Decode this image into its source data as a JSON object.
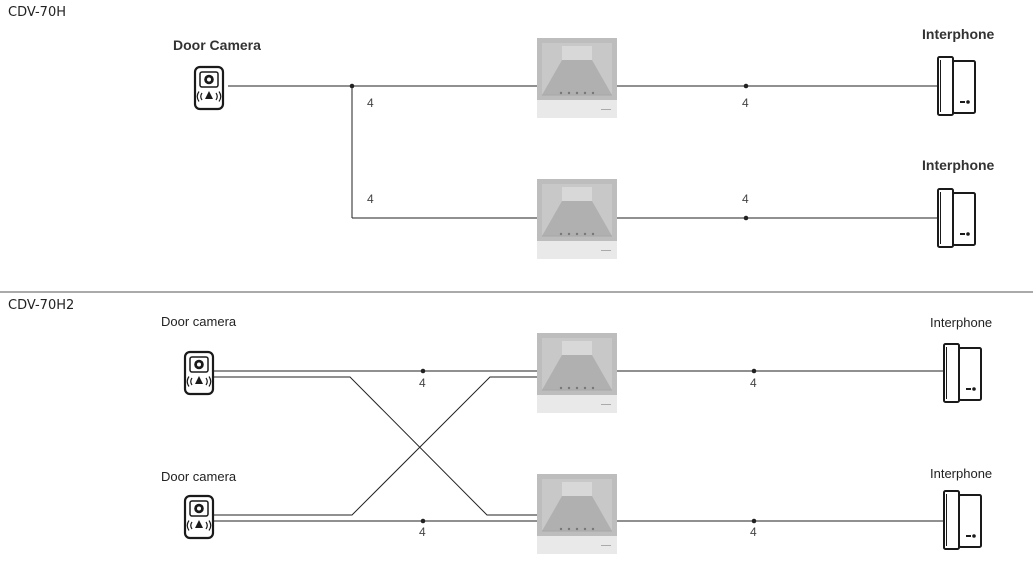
{
  "diagrams": [
    {
      "model": "CDV-70H",
      "door_camera_label": "Door Camera",
      "interphone_labels": [
        "Interphone",
        "Interphone"
      ],
      "wire_counts": [
        "4",
        "4",
        "4",
        "4"
      ]
    },
    {
      "model": "CDV-70H2",
      "door_camera_labels": [
        "Door camera",
        "Door camera"
      ],
      "interphone_labels": [
        "Interphone",
        "Interphone"
      ],
      "wire_counts": [
        "4",
        "4",
        "4",
        "4"
      ]
    }
  ],
  "colors": {
    "line": "#222222",
    "monitor_screen": "#b9b9b9",
    "monitor_frame": "#e9e9e9"
  },
  "icons": [
    "door-camera-icon",
    "monitor-icon",
    "interphone-icon"
  ]
}
